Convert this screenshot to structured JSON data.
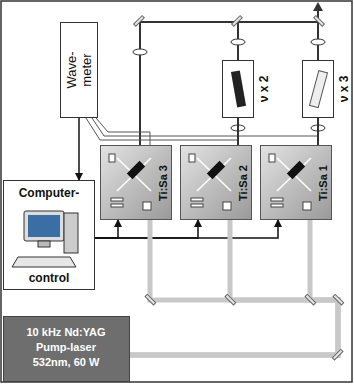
{
  "diagram": {
    "nodes": [
      {
        "text": [
          "Wave- meter"
        ]
      },
      {
        "text": [
          "Computer-",
          "control"
        ]
      },
      {
        "text": [
          "10 kHz Nd:YAG Pump-laser 532nm, 60 W"
        ]
      },
      {
        "text": [
          "Ti:Sa 3"
        ]
      },
      {
        "text": [
          "Ti:Sa 2"
        ]
      },
      {
        "text": [
          "Ti:Sa 1"
        ]
      },
      {
        "text": [
          "ν x 2"
        ]
      },
      {
        "text": [
          "ν x 3"
        ]
      }
    ],
    "edges": [
      {
        "from": 0,
        "to": 1,
        "arrow": "to"
      },
      {
        "from": 1,
        "to": 3,
        "arrow": "to"
      },
      {
        "from": 1,
        "to": 4,
        "arrow": "to"
      },
      {
        "from": 1,
        "to": 5,
        "arrow": "to"
      },
      {
        "from": 2,
        "to": 3,
        "arrow": "none"
      },
      {
        "from": 2,
        "to": 4,
        "arrow": "none"
      },
      {
        "from": 2,
        "to": 5,
        "arrow": "none"
      },
      {
        "from": 4,
        "to": 6,
        "arrow": "none"
      },
      {
        "from": 5,
        "to": 7,
        "arrow": "none"
      }
    ]
  }
}
